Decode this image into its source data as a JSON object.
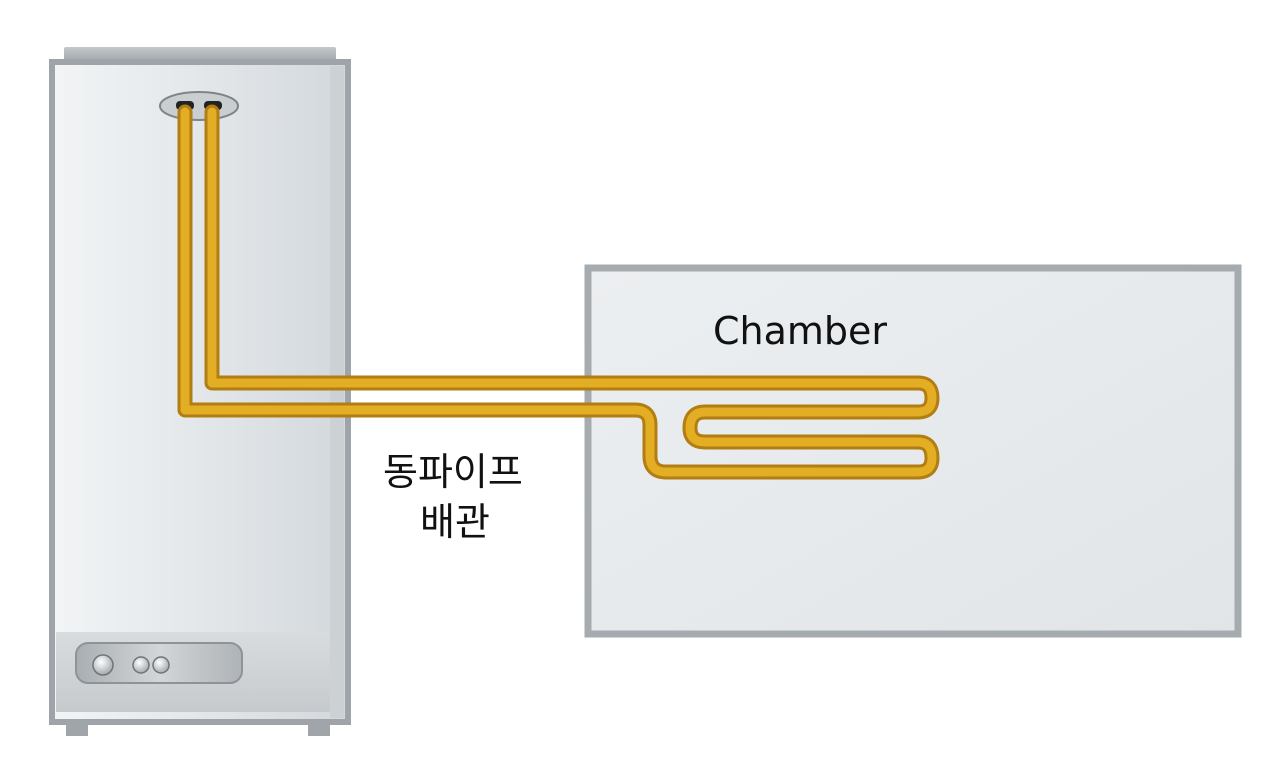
{
  "labels": {
    "chamber": "Chamber",
    "pipe_line1": "동파이프",
    "pipe_line2": "배관"
  },
  "colors": {
    "background": "#ffffff",
    "unit_body": "#e3e7ea",
    "unit_frame": "#9ea4a9",
    "chamber_body": "#e6e9ec",
    "chamber_frame": "#a6abaf",
    "pipe_fill": "#e3ad24",
    "pipe_edge": "#b27d12"
  },
  "icons": {
    "unit": "refrigeration-unit-icon",
    "pipe": "copper-pipe-icon"
  }
}
